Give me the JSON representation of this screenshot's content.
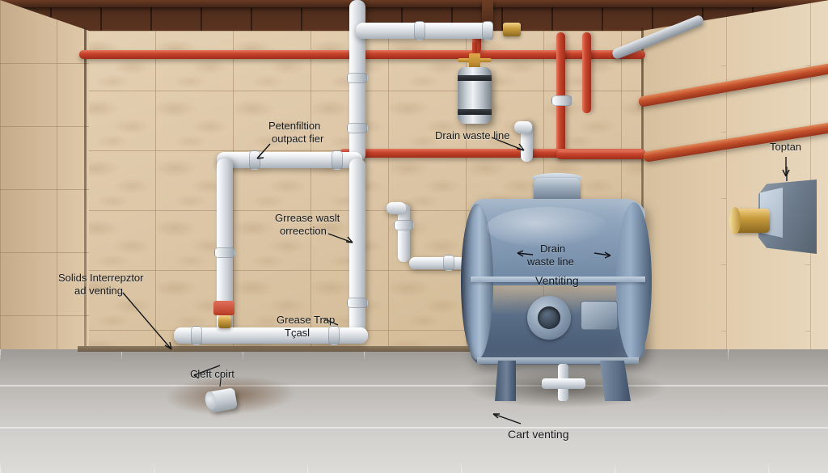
{
  "scene": {
    "title": "Grease trap and solids interceptor plumbing installation diagram",
    "colors": {
      "wall_tile": "#dcc6a6",
      "floor_tile": "#cfcdc9",
      "ceiling_wood": "#4a2a1b",
      "copper_pipe_red": "#c8442c",
      "pvc_white": "#eef1f4",
      "tank_blue": "#6f87a3",
      "brass": "#c79a3c",
      "label_text": "#16181a"
    }
  },
  "labels": {
    "potable_filter": {
      "line1": "Petenfiltion",
      "line2": "outpact fier"
    },
    "drain_waste_line_wall": "Drain waste line",
    "grease_waste_connection": {
      "line1": "Grrease waslt",
      "line2": "orreection"
    },
    "solids_interceptor": {
      "line1": "Solids Interrepztor",
      "line2": "ad venting"
    },
    "grease_trap": {
      "line1": "Grease Trap",
      "line2": "Tçasl"
    },
    "cleanout": "Cleft coirt",
    "tank_drain_waste": {
      "line1": "Drain",
      "line2": "waste line"
    },
    "tank_venting": "Ventiting",
    "top_tank": "Toptan",
    "cart_venting": "Cart venting"
  },
  "components": {
    "main_tank": "horizontal cylindrical interceptor tank",
    "expansion_tank": "hanging expansion tank",
    "wall_panel": "wall mounted control panel with brass valve",
    "floor_cleanout": "floor cleanout cap",
    "vent_riser": "pvc vent riser with elbow",
    "tank_port": "bolted inspection port",
    "tank_nameplate": "rectangular nameplate"
  }
}
